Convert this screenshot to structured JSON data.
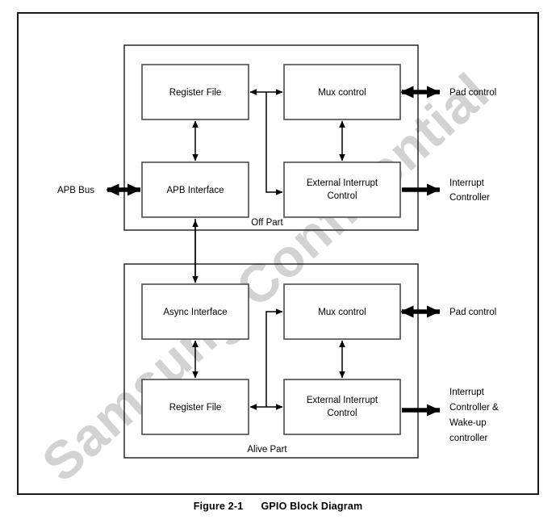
{
  "figure": {
    "number": "Figure 2-1",
    "title": "GPIO Block Diagram",
    "watermark": "Samsung Confidential"
  },
  "diagram": {
    "type": "block-diagram",
    "containers": [
      {
        "id": "off-part",
        "label": "Off Part"
      },
      {
        "id": "alive-part",
        "label": "Alive Part"
      }
    ],
    "blocks": [
      {
        "id": "register-file-top",
        "label": "Register File",
        "container": "off-part",
        "position": "top-left"
      },
      {
        "id": "mux-control-top",
        "label": "Mux control",
        "container": "off-part",
        "position": "top-right"
      },
      {
        "id": "apb-interface",
        "label": "APB Interface",
        "container": "off-part",
        "position": "bottom-left"
      },
      {
        "id": "ext-int-control-top",
        "label_line1": "External Interrupt",
        "label_line2": "Control",
        "container": "off-part",
        "position": "bottom-right"
      },
      {
        "id": "async-interface",
        "label": "Async Interface",
        "container": "alive-part",
        "position": "top-left"
      },
      {
        "id": "mux-control-bottom",
        "label": "Mux control",
        "container": "alive-part",
        "position": "top-right"
      },
      {
        "id": "register-file-bottom",
        "label": "Register File",
        "container": "alive-part",
        "position": "bottom-left"
      },
      {
        "id": "ext-int-control-bot",
        "label_line1": "External Interrupt",
        "label_line2": "Control",
        "container": "alive-part",
        "position": "bottom-right"
      }
    ],
    "external_labels": [
      {
        "id": "apb-bus",
        "text": "APB Bus",
        "side": "left",
        "arrow": "bidirectional"
      },
      {
        "id": "pad-control-top",
        "text": "Pad control",
        "side": "right",
        "arrow": "bidirectional"
      },
      {
        "id": "interrupt-controller",
        "line1": "Interrupt",
        "line2": "Controller",
        "side": "right",
        "arrow": "out"
      },
      {
        "id": "pad-control-bottom",
        "text": "Pad control",
        "side": "right",
        "arrow": "bidirectional"
      },
      {
        "id": "interrupt-wakeup",
        "line1": "Interrupt",
        "line2": "Controller  &",
        "line3": "Wake-up",
        "line4": "controller",
        "side": "right",
        "arrow": "out"
      }
    ],
    "colors": {
      "block_stroke": "#4a4a4a",
      "container_stroke": "#1a1a1a",
      "line": "#000000",
      "watermark": "#d2d2d2",
      "background": "#ffffff"
    }
  }
}
